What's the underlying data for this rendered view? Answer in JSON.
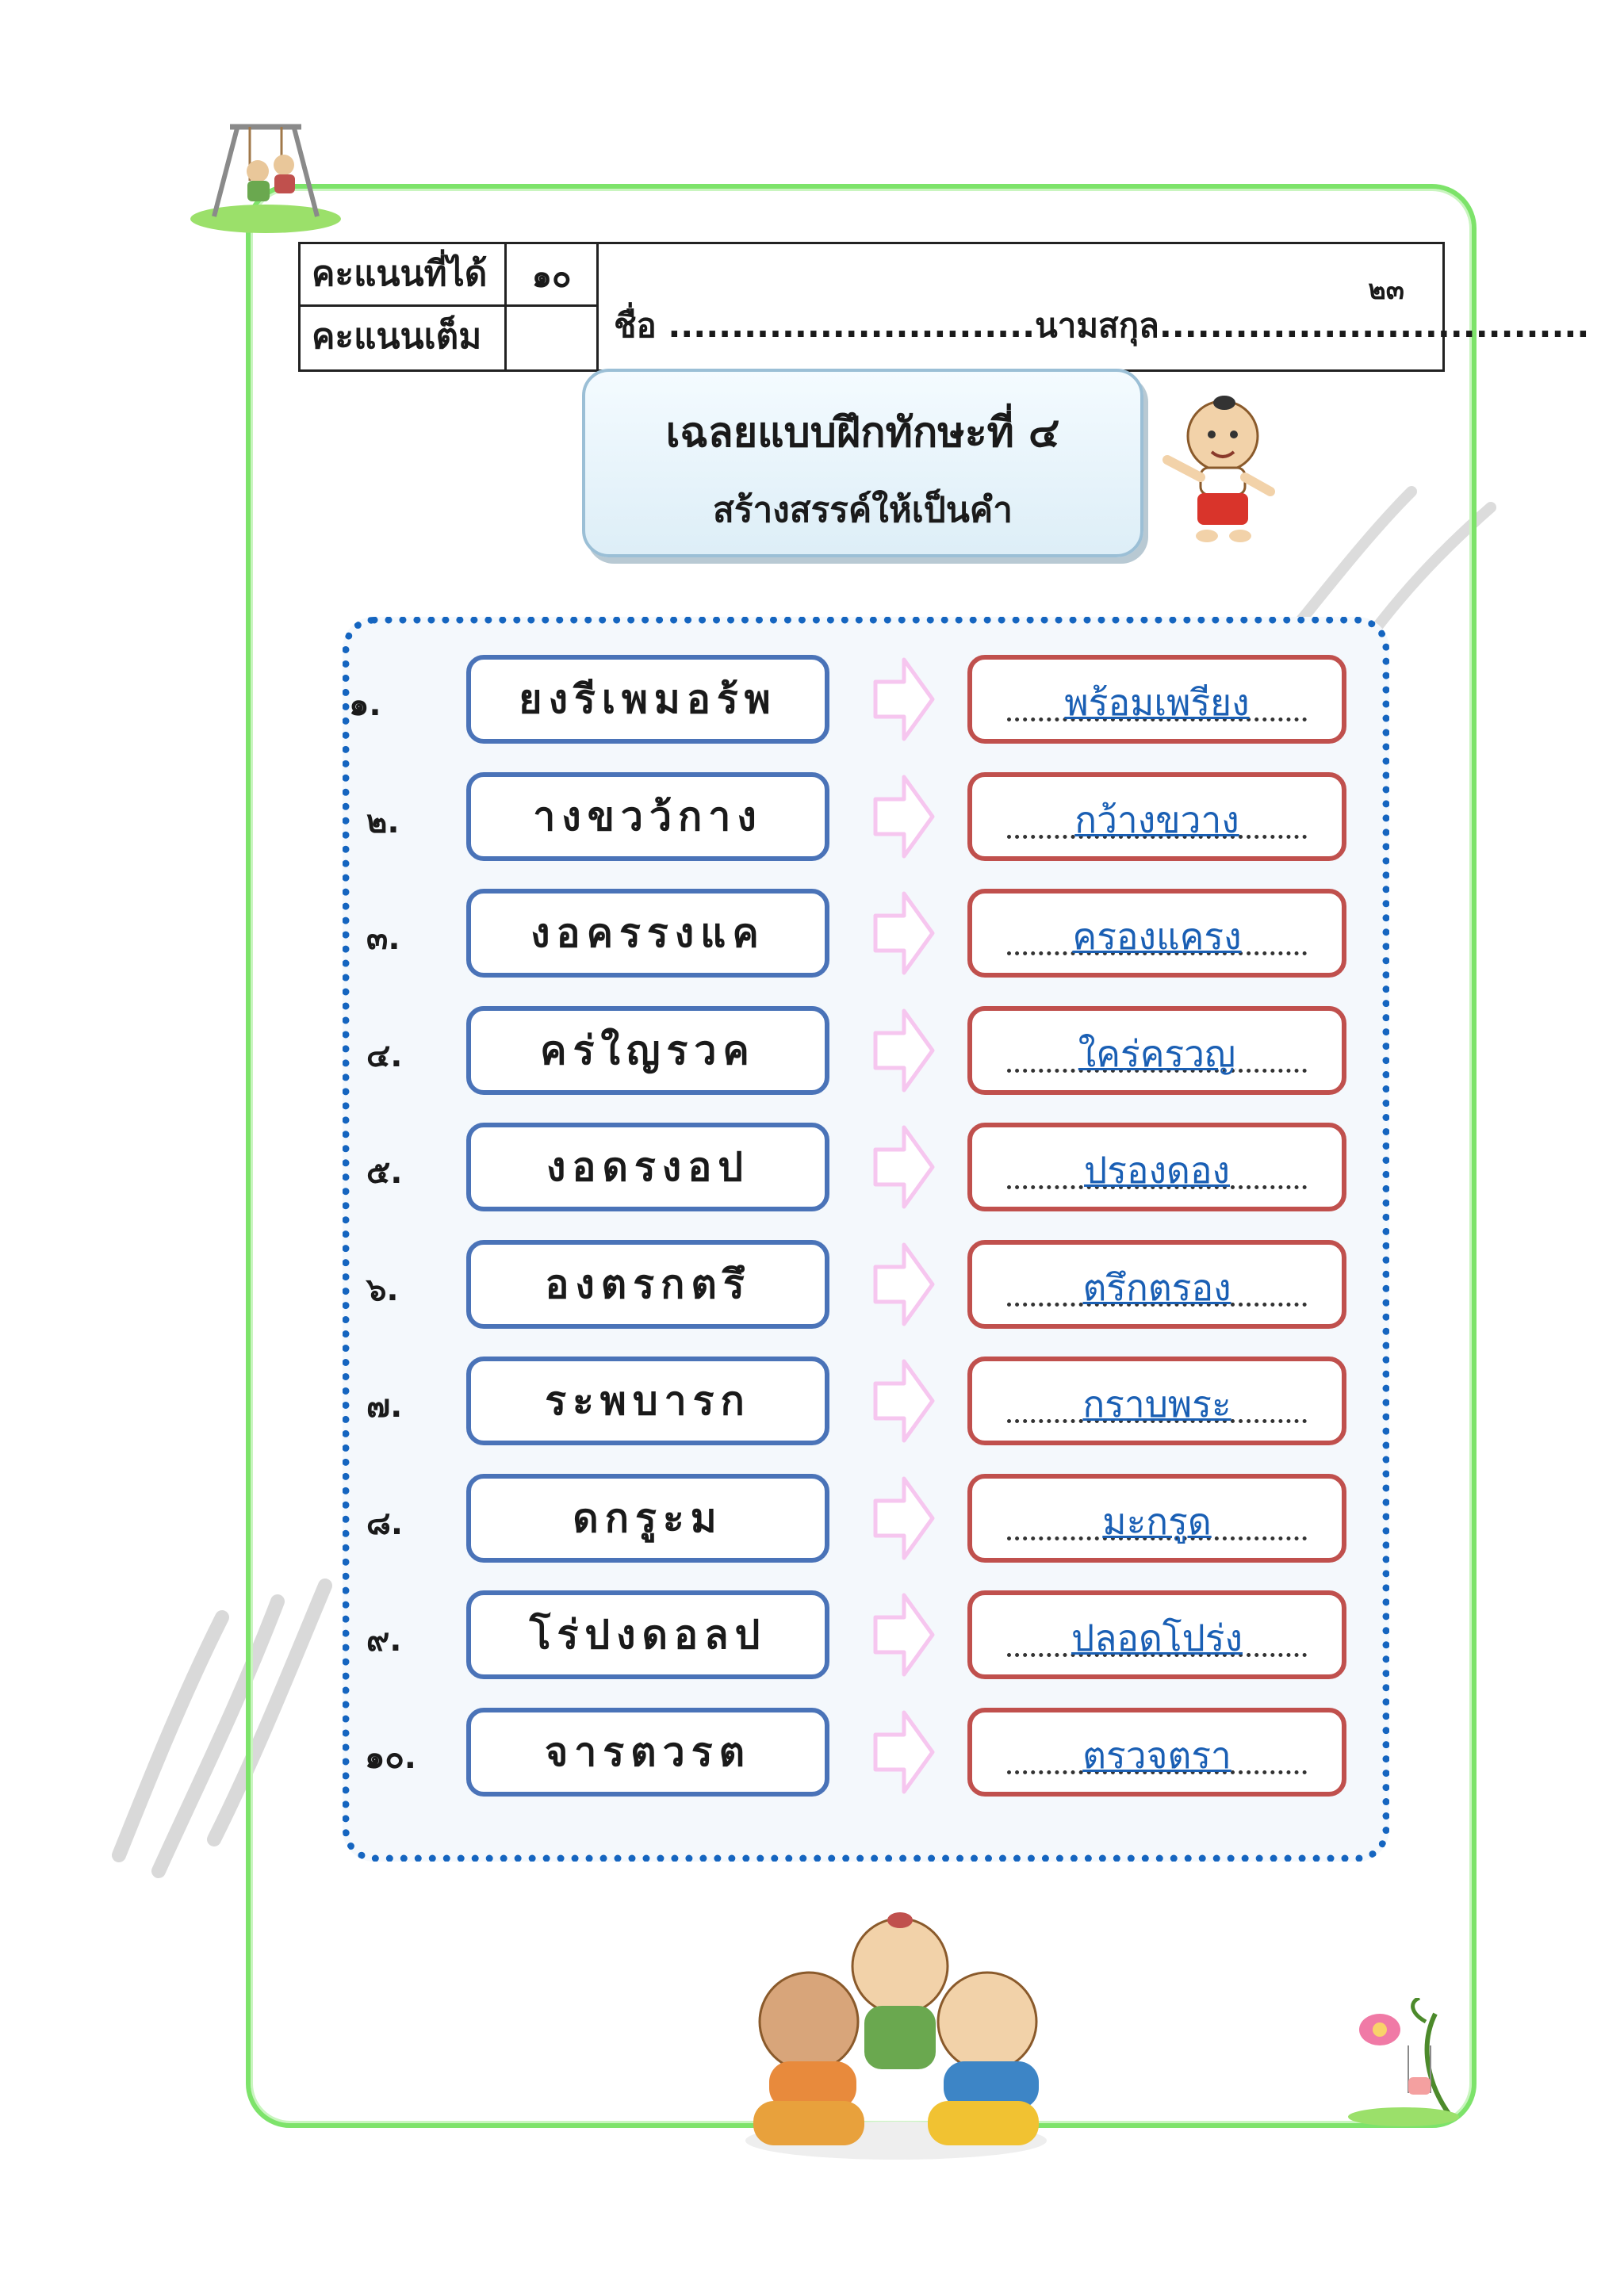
{
  "score_table": {
    "earned_label": "คะแนนที่ได้",
    "earned_value": "",
    "full_label": "คะแนนเต็ม",
    "full_value": "๑๐",
    "name_line": "ชื่อ .............................นามสกุล..................................",
    "page_number": "๒๓"
  },
  "title": {
    "main": "เฉลยแบบฝึกทักษะที่ ๔",
    "sub": "สร้างสรรค์ให้เป็นคำ"
  },
  "exercises": [
    {
      "num": "๑.",
      "scrambled": "ยงรีเพมอร้พ",
      "answer": "พร้อมเพรียง"
    },
    {
      "num": "๒.",
      "scrambled": "างขวว้กาง",
      "answer": "กว้างขวาง"
    },
    {
      "num": "๓.",
      "scrambled": "งอครรงแค",
      "answer": "ครองแครง"
    },
    {
      "num": "๔.",
      "scrambled": "คร่ใญรวค",
      "answer": "ใคร่ครวญ"
    },
    {
      "num": "๕.",
      "scrambled": "งอดรงอป",
      "answer": "ปรองดอง"
    },
    {
      "num": "๖.",
      "scrambled": "องตรกตรึ",
      "answer": "ตรึกตรอง"
    },
    {
      "num": "๗.",
      "scrambled": "ระพบารก",
      "answer": "กราบพระ"
    },
    {
      "num": "๘.",
      "scrambled": "ดกรูะม",
      "answer": "มะกรูด"
    },
    {
      "num": "๙.",
      "scrambled": "โร่ปงดอลป",
      "answer": "ปลอดโปร่ง"
    },
    {
      "num": "๑๐.",
      "scrambled": "จารตวรต",
      "answer": "ตรวจตรา"
    }
  ],
  "colors": {
    "frame": "#7de36a",
    "question_border": "#4a73b8",
    "answer_border": "#c0504d",
    "answer_text": "#1a5fb4",
    "arrow": "#f6c6ef",
    "panel_dots": "#1565c0"
  }
}
